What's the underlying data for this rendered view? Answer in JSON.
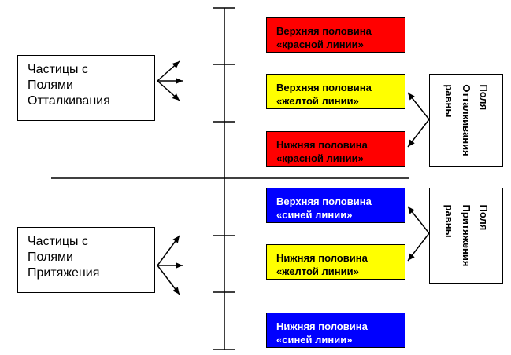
{
  "left_groups": [
    {
      "lines": [
        "Частицы с",
        "Полями",
        "Отталкивания"
      ]
    },
    {
      "lines": [
        "Частицы с",
        "Полями",
        "Притяжения"
      ]
    }
  ],
  "bars": [
    {
      "color": "red",
      "lines": [
        "Верхняя половина",
        "«красной линии»"
      ]
    },
    {
      "color": "yellow",
      "lines": [
        "Верхняя половина",
        "«желтой линии»"
      ]
    },
    {
      "color": "red",
      "lines": [
        "Нижняя половина",
        "«красной линии»"
      ]
    },
    {
      "color": "blue",
      "lines": [
        "Верхняя половина",
        "«синей линии»"
      ]
    },
    {
      "color": "yellow",
      "lines": [
        "Нижняя половина",
        "«желтой линии»"
      ]
    },
    {
      "color": "blue",
      "lines": [
        "Нижняя половина",
        "«синей линии»"
      ]
    }
  ],
  "right_notes": [
    {
      "lines": [
        "Поля",
        "Отталкивания",
        "равны"
      ]
    },
    {
      "lines": [
        "Поля",
        "Притяжения",
        "равны"
      ]
    }
  ],
  "colors": {
    "red": "#ff0000",
    "yellow": "#ffff00",
    "blue": "#0000ff"
  }
}
